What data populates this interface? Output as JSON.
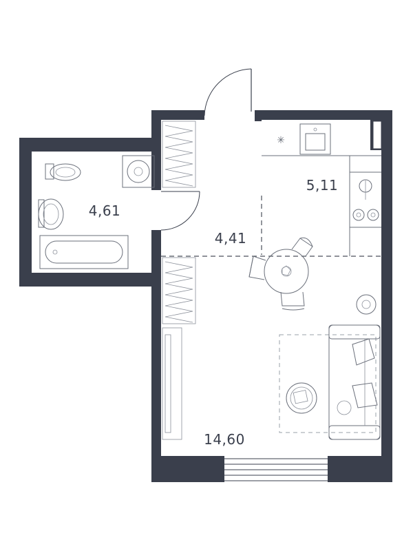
{
  "floorplan": {
    "wall_color": "#3a3f4c",
    "rooms": [
      {
        "id": "bathroom",
        "area": "4,61"
      },
      {
        "id": "hall",
        "area": "4,41"
      },
      {
        "id": "kitchen",
        "area": "5,11"
      },
      {
        "id": "living",
        "area": "14,60"
      }
    ]
  }
}
